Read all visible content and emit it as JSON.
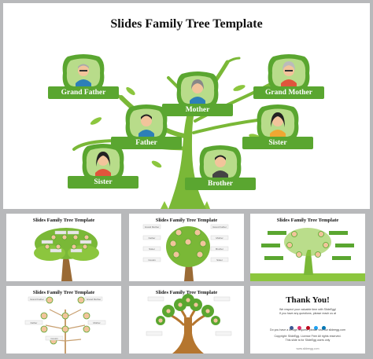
{
  "main": {
    "title": "Slides Family Tree Template",
    "members": {
      "grandfather": "Grand Father",
      "grandmother": "Grand Mother",
      "mother": "Mother",
      "father": "Father",
      "sister_left": "Sister",
      "sister_right": "Sister",
      "brother": "Brother"
    }
  },
  "thumbnails": {
    "title": "Slides Family Tree Template",
    "labels": {
      "grandfather": "Grand Father",
      "grandmother": "Grand Mother",
      "father": "Father",
      "mother": "Mother",
      "sister": "Sister",
      "brother": "Brother",
      "cousin": "Cousin"
    },
    "thank_you": {
      "title": "Thank You!",
      "line1": "We respect your valuable time with SlideEgg!",
      "line2": "If you have any questions, please reach us at",
      "line3": "Do you have a design request, please visit our slideegg.com",
      "line4": "Copyright: SlideEgg. License Free All rights reserved.",
      "line5": "This slide is for SlideEgg users only",
      "url": "www.slideegg.com"
    }
  },
  "colors": {
    "accent_green": "#5aa630",
    "light_green": "#8cc63e",
    "trunk_green": "#7ab837",
    "background_gray": "#b8b9bb"
  }
}
